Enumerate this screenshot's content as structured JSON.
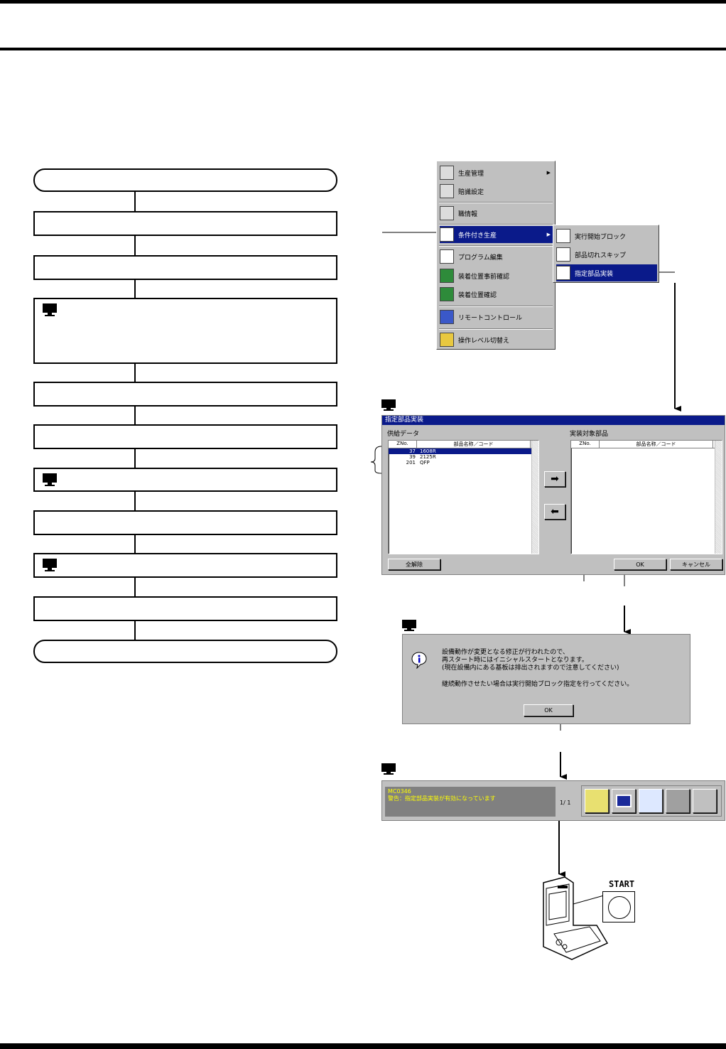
{
  "main_menu": {
    "items": [
      {
        "label": "生産管理",
        "submenu": true
      },
      {
        "label": "賠識設定"
      },
      {
        "label": "職情報"
      },
      {
        "label": "条件付き生産",
        "submenu": true,
        "selected": true
      },
      {
        "label": "プログラム編集"
      },
      {
        "label": "装着位置事前確認"
      },
      {
        "label": "装着位置確認"
      },
      {
        "label": "リモートコントロール"
      },
      {
        "label": "操作レベル切替え"
      }
    ]
  },
  "sub_menu": {
    "items": [
      {
        "label": "実行開始ブロック"
      },
      {
        "label": "部品切れスキップ"
      },
      {
        "label": "指定部品実装",
        "selected": true
      }
    ]
  },
  "part_dialog": {
    "title": "指定部品実装",
    "left_label": "供給データ",
    "right_label": "実装対象部品",
    "col_zno": "ZNo.",
    "col_name": "部品名称／コード",
    "rows": [
      {
        "zno": "37",
        "name": "1608R",
        "selected": true
      },
      {
        "zno": "39",
        "name": "2125R"
      },
      {
        "zno": "201",
        "name": "QFP"
      }
    ],
    "right_arrow": "➡",
    "left_arrow": "⬅",
    "clear_button": "全解除",
    "ok_button": "OK",
    "cancel_button": "キャンセル"
  },
  "info_dialog": {
    "line1": "設備動作が変更となる修正が行われたので、",
    "line2": "再スタート時にはイニシャルスタートとなります。",
    "line3": "(現在設備内にある基板は排出されますので注意してください)",
    "line4": "継続動作させたい場合は実行開始ブロック指定を行ってください。",
    "ok_button": "OK"
  },
  "status_bar": {
    "code": "MC0346",
    "message": "警告：指定部品実装が有効になっています",
    "page": "1/ 1"
  },
  "machine": {
    "start_label": "START"
  }
}
